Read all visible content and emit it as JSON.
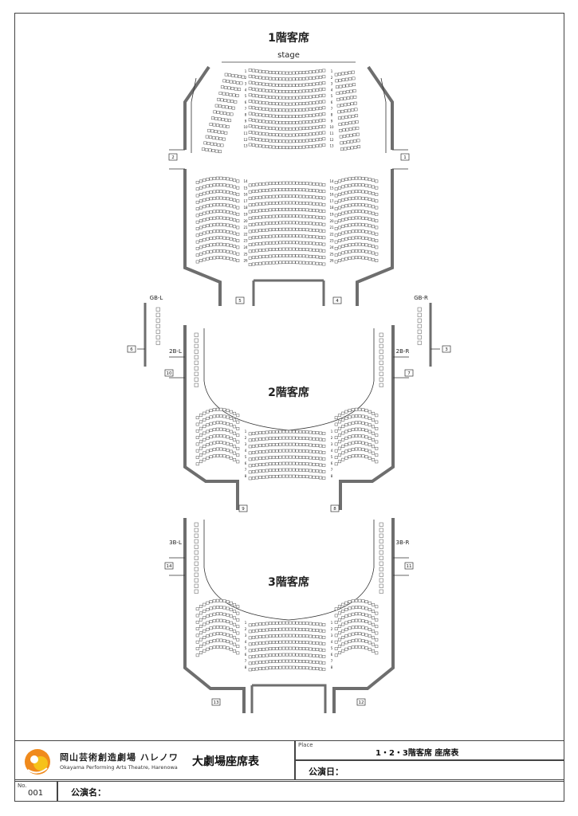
{
  "floors": {
    "floor1": {
      "title": "1階客席",
      "stage_label": "stage",
      "front_rows": [
        "1",
        "2",
        "3",
        "4",
        "5",
        "6",
        "7",
        "8",
        "9",
        "10",
        "11",
        "12",
        "13"
      ],
      "rear_rows": [
        "14",
        "15",
        "16",
        "17",
        "18",
        "19",
        "20",
        "21",
        "22",
        "23",
        "24",
        "25",
        "26"
      ],
      "doors": [
        "2",
        "1",
        "5",
        "4"
      ]
    },
    "floor2": {
      "title": "2階客席",
      "rows": [
        "1",
        "2",
        "3",
        "4",
        "5",
        "6",
        "7",
        "8"
      ],
      "balcony_labels": [
        "GB-L",
        "GB-R",
        "2B-L",
        "2B-R"
      ],
      "doors": [
        "6",
        "3",
        "10",
        "7",
        "9",
        "8"
      ]
    },
    "floor3": {
      "title": "3階客席",
      "rows": [
        "1",
        "2",
        "3",
        "4",
        "5",
        "6",
        "7",
        "8"
      ],
      "balcony_labels": [
        "3B-L",
        "3B-R"
      ],
      "doors": [
        "14",
        "11",
        "13",
        "12"
      ]
    }
  },
  "footer": {
    "theatre_name_ja": "岡山芸術創造劇場 ハレノワ",
    "theatre_name_en": "Okayama Performing Arts Theatre, Harenowa",
    "doc_title": "大劇場座席表",
    "place_caption": "Place",
    "place_value": "1・2・3階客席 座席表",
    "date_label": "公演日：",
    "no_caption": "No.",
    "no_value": "001",
    "performance_label": "公演名："
  },
  "colors": {
    "wall": "#6e6e6e",
    "seat_stroke": "#555555",
    "logo_orange": "#f08a1c",
    "logo_yellow": "#f6c21a"
  }
}
